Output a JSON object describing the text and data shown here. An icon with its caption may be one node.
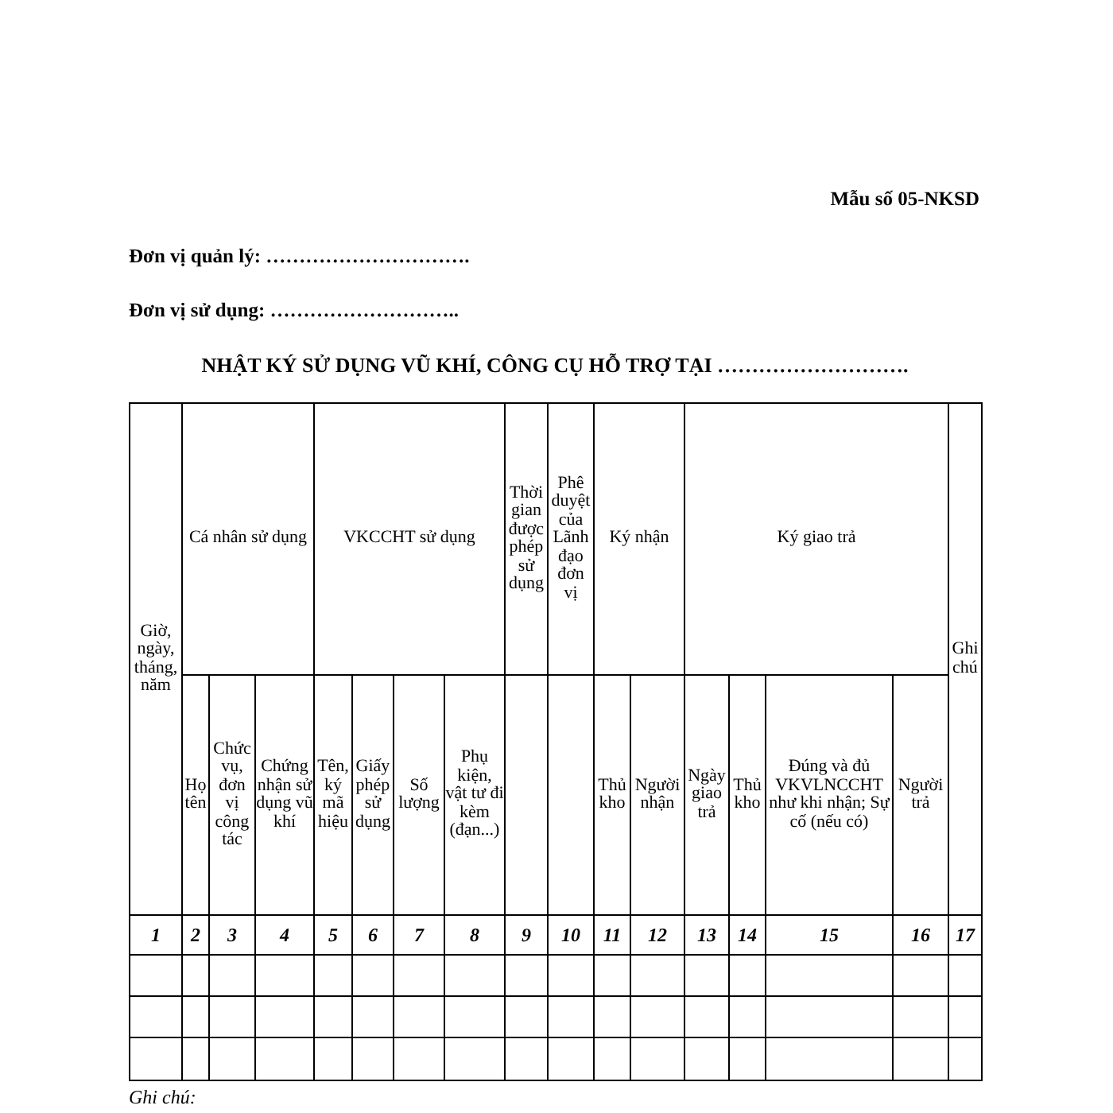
{
  "diagram": {
    "title": "NHẬT KÝ SỬ DỤNG VŨ KHÍ, CÔNG CỤ HỖ TRỢ TẠI ……………………….",
    "labels": [
      "Mẫu số 05-NKSD",
      "Đơn vị quản lý: ………………………….",
      "Đơn vị sử dụng: ………………………..",
      "Giờ, ngày, tháng, năm",
      "Cá nhân sử dụng",
      "VKCCHT sử dụng",
      "Thời gian được phép sử dụng",
      "Phê duyệt của Lãnh đạo đơn vị",
      "Ký nhận",
      "Ký giao trả",
      "Ghi chú",
      "Họ tên",
      "Chức vụ, đơn vị công tác",
      "Chứng nhận sử dụng vũ khí",
      "Tên, ký mã hiệu",
      "Giấy phép sử dụng",
      "Số lượng",
      "Phụ kiện, vật tư đi kèm (đạn...)",
      "Thủ kho",
      "Người nhận",
      "Ngày giao trả",
      "Thủ kho",
      "Đúng và đủ VKVLNCCHT như khi nhận; Sự cố (nếu có)",
      "Người trả",
      "1",
      "2",
      "3",
      "4",
      "5",
      "6",
      "7",
      "8",
      "9",
      "10",
      "11",
      "12",
      "13",
      "14",
      "15",
      "16",
      "17",
      "Ghi chú:"
    ]
  }
}
